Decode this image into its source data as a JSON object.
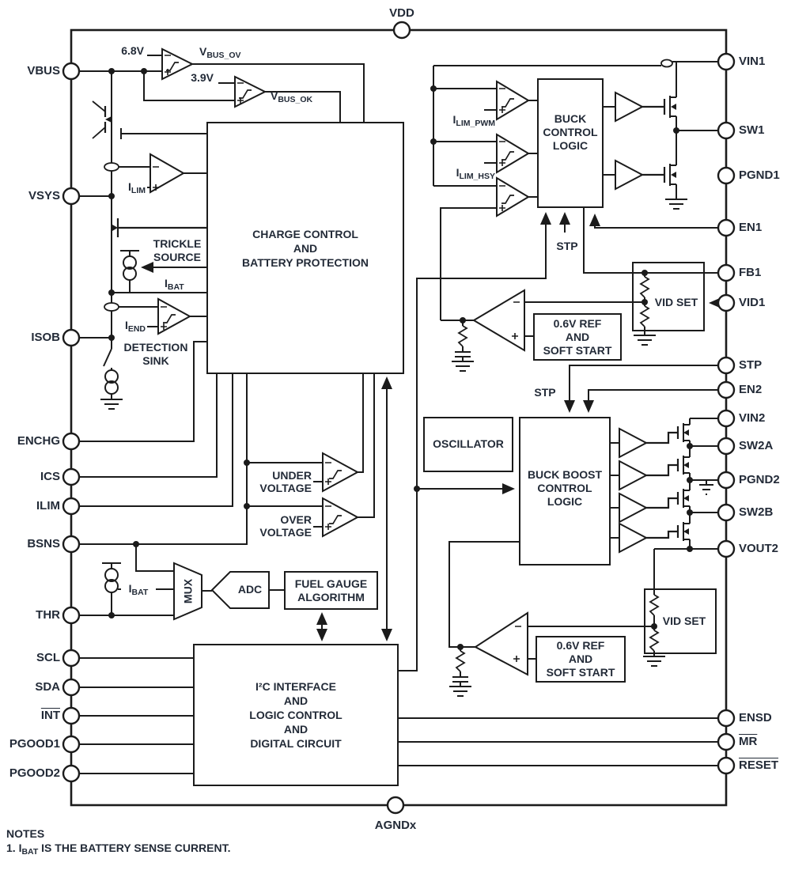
{
  "pins": {
    "top": "VDD",
    "bottom": "AGNDx",
    "left": [
      "VBUS",
      "VSYS",
      "ISOB",
      "ENCHG",
      "ICS",
      "ILIM",
      "BSNS",
      "THR",
      "SCL",
      "SDA",
      "INT",
      "PGOOD1",
      "PGOOD2"
    ],
    "right": [
      "VIN1",
      "SW1",
      "PGND1",
      "EN1",
      "FB1",
      "VID1",
      "STP",
      "EN2",
      "VIN2",
      "SW2A",
      "PGND2",
      "SW2B",
      "VOUT2",
      "ENSD",
      "MR",
      "RESET"
    ]
  },
  "blocks": {
    "charge": "CHARGE CONTROL\nAND\nBATTERY PROTECTION",
    "buck_logic": "BUCK\nCONTROL\nLOGIC",
    "oscillator": "OSCILLATOR",
    "buck_boost": "BUCK BOOST\nCONTROL\nLOGIC",
    "vid_set1": "VID SET",
    "vid_set2": "VID SET",
    "ref1": "0.6V REF\nAND\nSOFT START",
    "ref2": "0.6V REF\nAND\nSOFT START",
    "fuel_gauge": "FUEL GAUGE\nALGORITHM",
    "adc": "ADC",
    "mux": "MUX",
    "i2c": "I²C INTERFACE\nAND\nLOGIC CONTROL\nAND\nDIGITAL CIRCUIT"
  },
  "labels": {
    "v68": "6.8V",
    "v39": "3.9V",
    "vbus_ov": {
      "main": "V",
      "sub": "BUS_OV"
    },
    "vbus_ok": {
      "main": "V",
      "sub": "BUS_OK"
    },
    "ilim": {
      "main": "I",
      "sub": "LIM"
    },
    "iend": {
      "main": "I",
      "sub": "END"
    },
    "ibat_trickle": {
      "main": "I",
      "sub": "BAT"
    },
    "ibat_mux": {
      "main": "I",
      "sub": "BAT"
    },
    "ilim_pwm": {
      "main": "I",
      "sub": "LIM_PWM"
    },
    "ilim_hsy": {
      "main": "I",
      "sub": "LIM_HSY"
    },
    "trickle": "TRICKLE\nSOURCE",
    "detection": "DETECTION\nSINK",
    "under": "UNDER\nVOLTAGE",
    "over": "OVER\nVOLTAGE",
    "stp_buck": "STP",
    "stp_bb": "STP"
  },
  "notes": {
    "title": "NOTES",
    "n1_pre": "1. I",
    "n1_sub": "BAT",
    "n1_post": " IS THE BATTERY SENSE CURRENT."
  },
  "colors": {
    "wire": "#1b1b1b",
    "text": "#232b38",
    "background": "#ffffff"
  }
}
